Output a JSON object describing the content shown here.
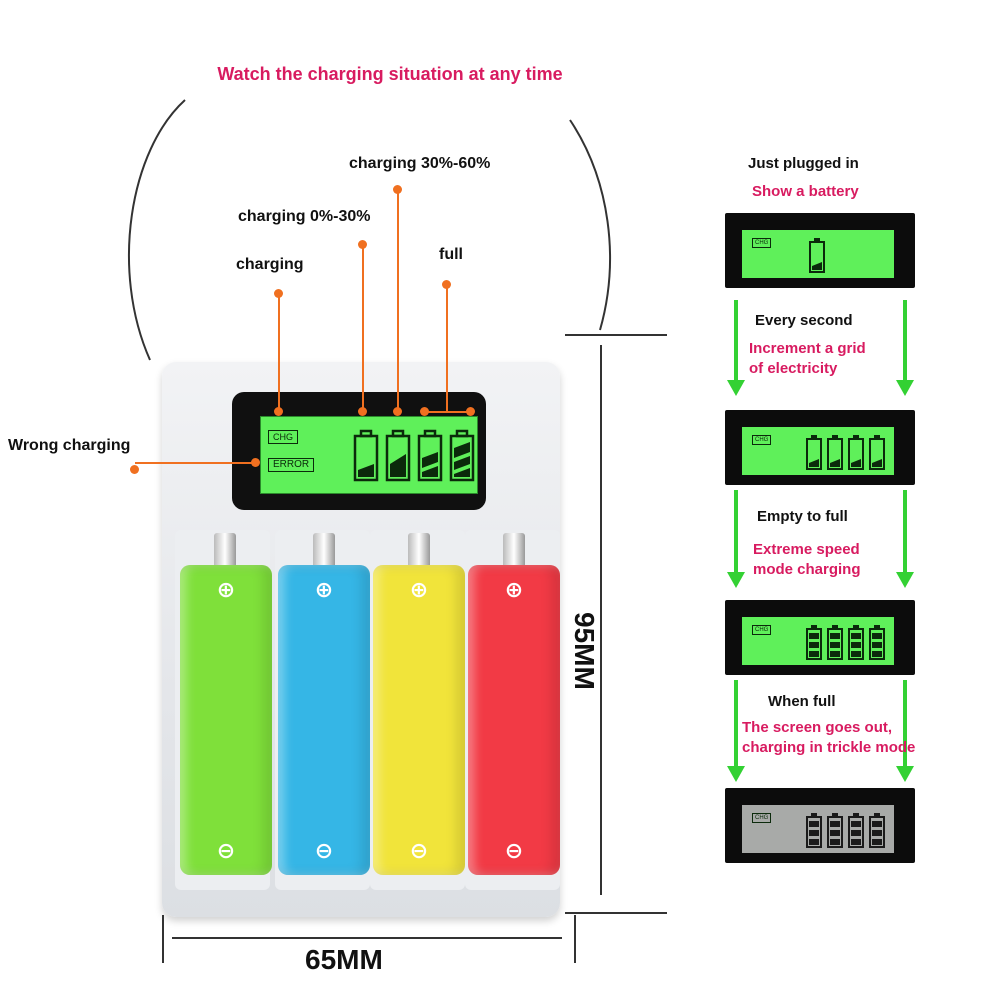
{
  "headline": "Watch the charging situation at any time",
  "labels": {
    "charging": "charging",
    "charging_0_30": "charging 0%-30%",
    "charging_30_60": "charging 30%-60%",
    "full": "full",
    "wrong": "Wrong charging"
  },
  "lcd": {
    "chg": "CHG",
    "error": "ERROR"
  },
  "steps": [
    {
      "title": "Just plugged in",
      "subtitle": "Show a battery"
    },
    {
      "title": "Every second",
      "subtitle_1": "Increment a grid",
      "subtitle_2": "of electricity"
    },
    {
      "title": "Empty to full",
      "subtitle_1": "Extreme speed",
      "subtitle_2": "mode charging"
    },
    {
      "title": "When full",
      "subtitle_1": "The screen goes out,",
      "subtitle_2": "charging in trickle mode"
    }
  ],
  "dimensions": {
    "width": "65MM",
    "height": "95MM"
  },
  "battery_colors": [
    "#7fe03a",
    "#35b6e6",
    "#f1e43a",
    "#f23a45"
  ],
  "colors": {
    "lcd_green": "#5ff05a",
    "accent_pink": "#d81b60",
    "pointer_orange": "#f07020"
  }
}
